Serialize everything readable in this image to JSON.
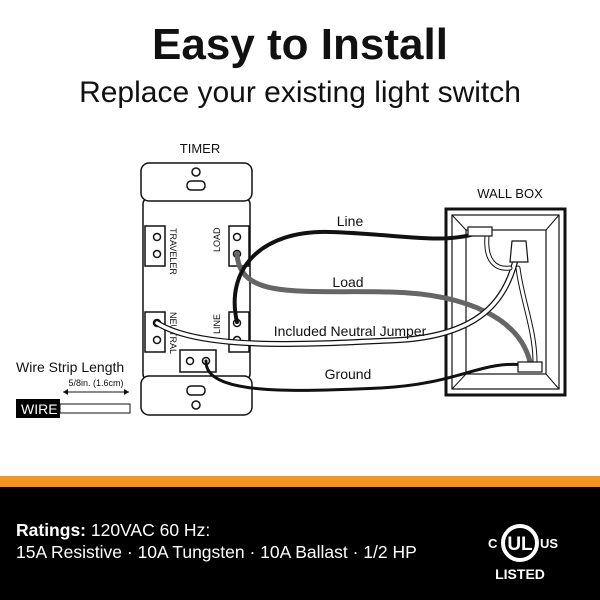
{
  "header": {
    "title": "Easy to Install",
    "subtitle": "Replace your existing light switch"
  },
  "diagram": {
    "timer_label": "TIMER",
    "wall_box_label": "WALL BOX",
    "terminals": {
      "traveler": "TRAVELER",
      "load": "LOAD",
      "neutral": "NEUTRAL",
      "line": "LINE"
    },
    "wires": {
      "line": "Line",
      "load": "Load",
      "neutral": "Included Neutral Jumper",
      "ground": "Ground"
    },
    "strip": {
      "title": "Wire Strip Length",
      "measure": "5/8in. (1.6cm)",
      "wire_label": "WIRE"
    }
  },
  "footer": {
    "ratings_label": "Ratings:",
    "ratings_line1": " 120VAC 60 Hz:",
    "ratings_line2": "15A Resistive · 10A Tungsten · 10A Ballast · 1/2 HP",
    "ul_c": "C",
    "ul_mark": "UL",
    "ul_us": "US",
    "ul_listed": "LISTED"
  },
  "colors": {
    "accent": "#f7941d",
    "footer_bg": "#000000",
    "load_wire": "#666666"
  }
}
